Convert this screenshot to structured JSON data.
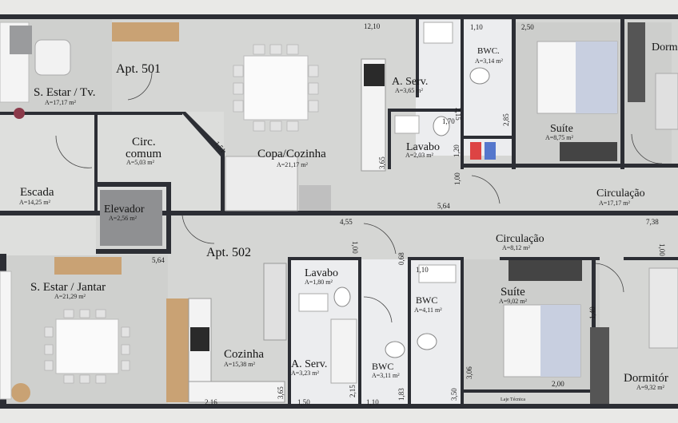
{
  "units": {
    "top": "Apt. 501",
    "bottom": "Apt. 502"
  },
  "rooms": {
    "estar_tv": {
      "name": "S. Estar / Tv.",
      "area": "A=17,17 m²"
    },
    "circ_comum": {
      "name_line1": "Circ.",
      "name_line2": "comum",
      "area": "A=5,03 m²"
    },
    "escada": {
      "name": "Escada",
      "area": "A=14,25 m²"
    },
    "elevador": {
      "name": "Elevador",
      "area": "A=2,56 m²"
    },
    "copa_cozinha": {
      "name": "Copa/Cozinha",
      "area": "A=21,17 m²"
    },
    "a_serv_top": {
      "name": "A. Serv.",
      "area": "A=3,65 m²"
    },
    "bwc_top": {
      "name": "BWC.",
      "area": "A=3,14 m²"
    },
    "lavabo_top": {
      "name": "Lavabo",
      "area": "A=2,03 m²"
    },
    "suite_top": {
      "name": "Suíte",
      "area": "A=8,75 m²"
    },
    "dorm_top": {
      "name": "Dorm"
    },
    "circulacao_top": {
      "name": "Circulação",
      "area": "A=17,17 m²"
    },
    "estar_jantar": {
      "name": "S. Estar / Jantar",
      "area": "A=21,29 m²"
    },
    "lavabo_bot": {
      "name": "Lavabo",
      "area": "A=1,80 m²"
    },
    "cozinha": {
      "name": "Cozinha",
      "area": "A=15,38 m²"
    },
    "a_serv_bot": {
      "name": "A. Serv.",
      "area": "A=3,23 m²"
    },
    "bwc_small": {
      "name": "BWC",
      "area": "A=3,11 m²"
    },
    "bwc_bot": {
      "name": "BWC",
      "area": "A=4,11 m²"
    },
    "circulacao_bot": {
      "name": "Circulação",
      "area": "A=8,12 m²"
    },
    "suite_bot": {
      "name": "Suíte",
      "area": "A=9,02 m²"
    },
    "dorm_bot": {
      "name": "Dormitór",
      "area": "A=9,32 m²"
    },
    "laje_tecnica": {
      "name": "Laje Técnica"
    }
  },
  "dimensions": {
    "d1210": "12,10",
    "d110a": "1,10",
    "d250": "2,50",
    "d215a": "2,15",
    "d170": "1,70",
    "d285": "2,85",
    "d120": "1,20",
    "d151": "1,51",
    "d365a": "3,65",
    "d100a": "1,00",
    "d564a": "5,64",
    "d455": "4,55",
    "d738": "7,38",
    "d564b": "5,64",
    "d100b": "1,00",
    "d068": "0,68",
    "d110b": "1,10",
    "d100c": "1,00",
    "d216": "2,16",
    "d365b": "3,65",
    "d150": "1,50",
    "d215b": "2,15",
    "d110c": "1,10",
    "d183": "1,83",
    "d350": "3,50",
    "d306": "3,06",
    "d200": "2,00",
    "d140": "1,40"
  }
}
